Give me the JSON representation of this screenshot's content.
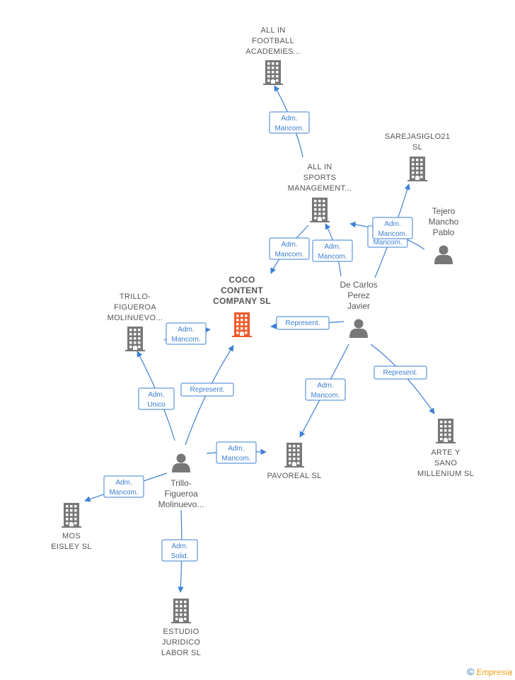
{
  "colors": {
    "company": "#777777",
    "main_company": "#f05a28",
    "person": "#777777",
    "edge": "#3b7fd4"
  },
  "nodes": [
    {
      "id": "allin_football",
      "type": "company",
      "lines": [
        "ALL IN",
        "FOOTBALL",
        "ACADEMIES..."
      ]
    },
    {
      "id": "allin_sports",
      "type": "company",
      "lines": [
        "ALL IN",
        "SPORTS",
        "MANAGEMENT..."
      ]
    },
    {
      "id": "sarejasiglo",
      "type": "company",
      "lines": [
        "SAREJASIGLO21",
        "SL"
      ]
    },
    {
      "id": "tejero",
      "type": "person",
      "lines": [
        "Tejero",
        "Mancho",
        "Pablo"
      ]
    },
    {
      "id": "coco",
      "type": "main_company",
      "lines": [
        "COCO",
        "CONTENT",
        "COMPANY  SL"
      ]
    },
    {
      "id": "trillo_co",
      "type": "company",
      "lines": [
        "TRILLO-",
        "FIGUEROA",
        "MOLINUEVO..."
      ]
    },
    {
      "id": "decarlos",
      "type": "person",
      "lines": [
        "De Carlos",
        "Perez",
        "Javier"
      ]
    },
    {
      "id": "trillo_p",
      "type": "person",
      "lines": [
        "Trillo-",
        "Figueroa",
        "Molinuevo..."
      ]
    },
    {
      "id": "pavoreal",
      "type": "company",
      "lines": [
        "PAVOREAL  SL"
      ]
    },
    {
      "id": "arte",
      "type": "company",
      "lines": [
        "ARTE Y",
        "SANO",
        "MILLENIUM  SL"
      ]
    },
    {
      "id": "mos",
      "type": "company",
      "lines": [
        "MOS",
        "EISLEY  SL"
      ]
    },
    {
      "id": "estudio",
      "type": "company",
      "lines": [
        "ESTUDIO",
        "JURIDICO",
        "LABOR  SL"
      ]
    }
  ],
  "edges": [
    {
      "id": "e1",
      "from": "allin_sports",
      "to": "allin_football",
      "label": [
        "Adm.",
        "Mancom."
      ]
    },
    {
      "id": "e2",
      "from": "allin_sports",
      "to": "coco",
      "label": [
        "Adm.",
        "Mancom."
      ]
    },
    {
      "id": "e3",
      "from": "decarlos",
      "to": "allin_sports",
      "label": [
        "Adm.",
        "Mancom."
      ]
    },
    {
      "id": "e4",
      "from": "tejero",
      "to": "allin_sports",
      "label": [
        "Adm.",
        "Mancom."
      ]
    },
    {
      "id": "e5",
      "from": "decarlos",
      "to": "sarejasiglo",
      "label": [
        "Adm.",
        "Mancom."
      ]
    },
    {
      "id": "e6",
      "from": "decarlos",
      "to": "coco",
      "label": [
        "Represent."
      ]
    },
    {
      "id": "e7",
      "from": "decarlos",
      "to": "pavoreal",
      "label": [
        "Adm.",
        "Mancom."
      ]
    },
    {
      "id": "e8",
      "from": "decarlos",
      "to": "arte",
      "label": [
        "Represent."
      ]
    },
    {
      "id": "e9",
      "from": "trillo_p",
      "to": "trillo_co",
      "label": [
        "Adm.",
        "Unico"
      ]
    },
    {
      "id": "e10",
      "from": "trillo_p",
      "to": "coco",
      "label": [
        "Represent."
      ]
    },
    {
      "id": "e11",
      "from": "trillo_co",
      "to": "coco",
      "label": [
        "Adm.",
        "Mancom."
      ]
    },
    {
      "id": "e12",
      "from": "trillo_p",
      "to": "pavoreal",
      "label": [
        "Adm.",
        "Mancom."
      ]
    },
    {
      "id": "e13",
      "from": "trillo_p",
      "to": "mos",
      "label": [
        "Adm.",
        "Mancom."
      ]
    },
    {
      "id": "e14",
      "from": "trillo_p",
      "to": "estudio",
      "label": [
        "Adm.",
        "Solid."
      ]
    }
  ],
  "footer": {
    "copyright": "©",
    "brand": "Empresia"
  }
}
